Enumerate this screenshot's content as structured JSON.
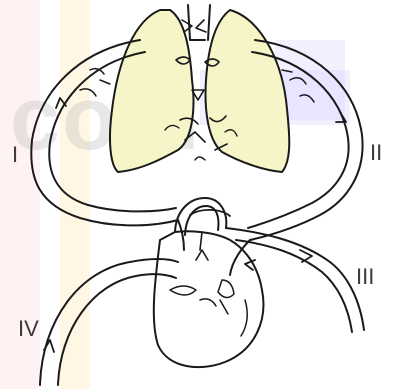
{
  "labels": {
    "circuit_1": "I",
    "circuit_2": "II",
    "circuit_3": "III",
    "circuit_4": "IV"
  },
  "watermark": {
    "text": "com"
  },
  "colors": {
    "lung_fill": "#f6f5c8",
    "outline": "#1a1a1a",
    "watermark_orange": "#ffe9b8",
    "watermark_violet": "#d9d1ff",
    "watermark_pink": "#ffd7d7"
  }
}
